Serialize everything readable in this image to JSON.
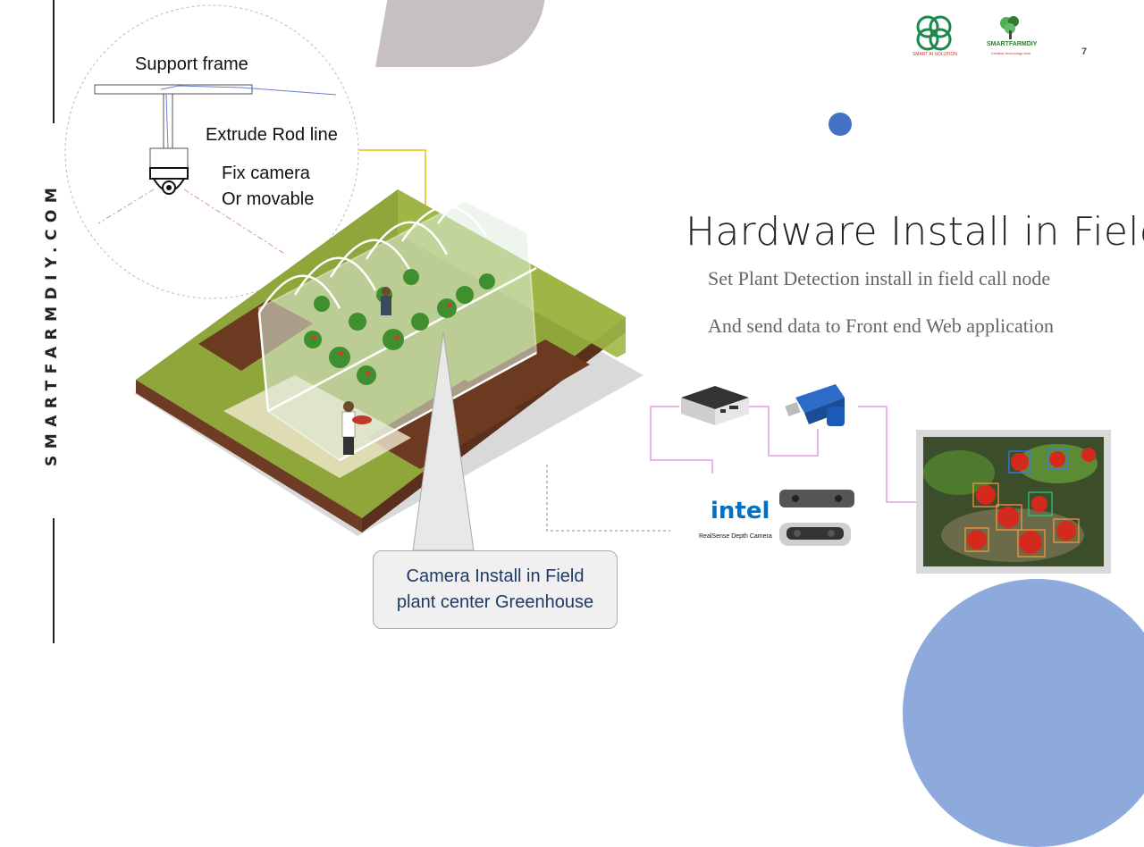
{
  "brand_vertical": "SMARTFARMDIY.COM",
  "page_number": "7",
  "logos": {
    "left_caption": "SMART AI SOLUTION",
    "right_name": "SMARTFARMDIY",
    "right_caption": "Creative technology farm"
  },
  "title": "Hardware Install in Field",
  "subtitle_lines": [
    "Set Plant Detection install in field call node",
    "And send data to Front end Web application"
  ],
  "circle_labels": {
    "support_frame": "Support frame",
    "extrude_rod": "Extrude Rod line",
    "fix_camera_1": "Fix camera",
    "fix_camera_2": "Or movable"
  },
  "callout": {
    "line1": "Camera Install in Field",
    "line2": "plant center Greenhouse"
  },
  "hardware": {
    "intel_logo": "intel",
    "intel_caption": "RealSense Depth Camera"
  },
  "colors": {
    "accent_blue": "#4473c5",
    "light_blue": "#8ea9db",
    "top_gray": "#c6c1c0",
    "callout_text": "#1f3864",
    "grass_green": "#8fa63a"
  },
  "icons": [
    "mini-pc-icon",
    "usb-stick-icon",
    "depth-camera-icon",
    "cctv-camera-icon",
    "monitor-icon"
  ]
}
